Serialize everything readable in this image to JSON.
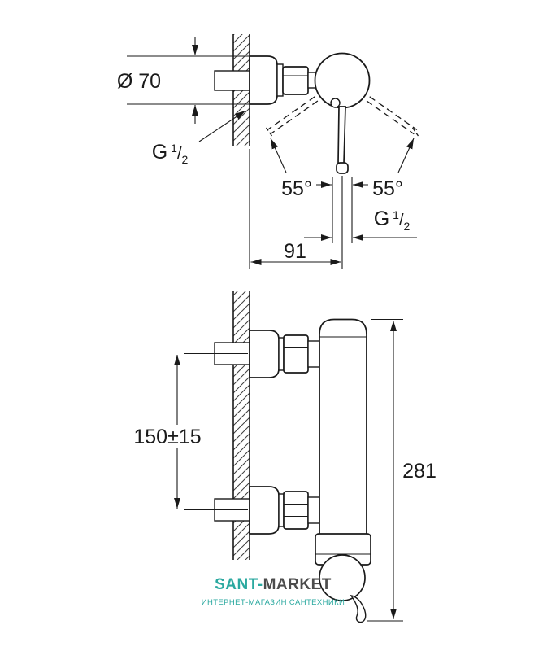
{
  "page": {
    "background": "#ffffff",
    "line_color": "#1a1a1a"
  },
  "top_view": {
    "dim_escutcheon_diameter": "Ø 70",
    "swivel_angle_left": "55°",
    "swivel_angle_right": "55°",
    "dim_wall_to_outlet": "91"
  },
  "thread_label": {
    "base": "G",
    "numerator": "1",
    "slash": "/",
    "denominator": "2"
  },
  "front_view": {
    "dim_connection_distance": "150±15",
    "dim_overall_height": "281"
  },
  "watermark": {
    "brand_primary": "SANT-",
    "brand_secondary": "MARKET",
    "tagline": "ИНТЕРНЕТ-МАГАЗИН САНТЕХНИКИ",
    "primary_color": "#2ba9a0",
    "secondary_color": "#4c4c4c"
  }
}
